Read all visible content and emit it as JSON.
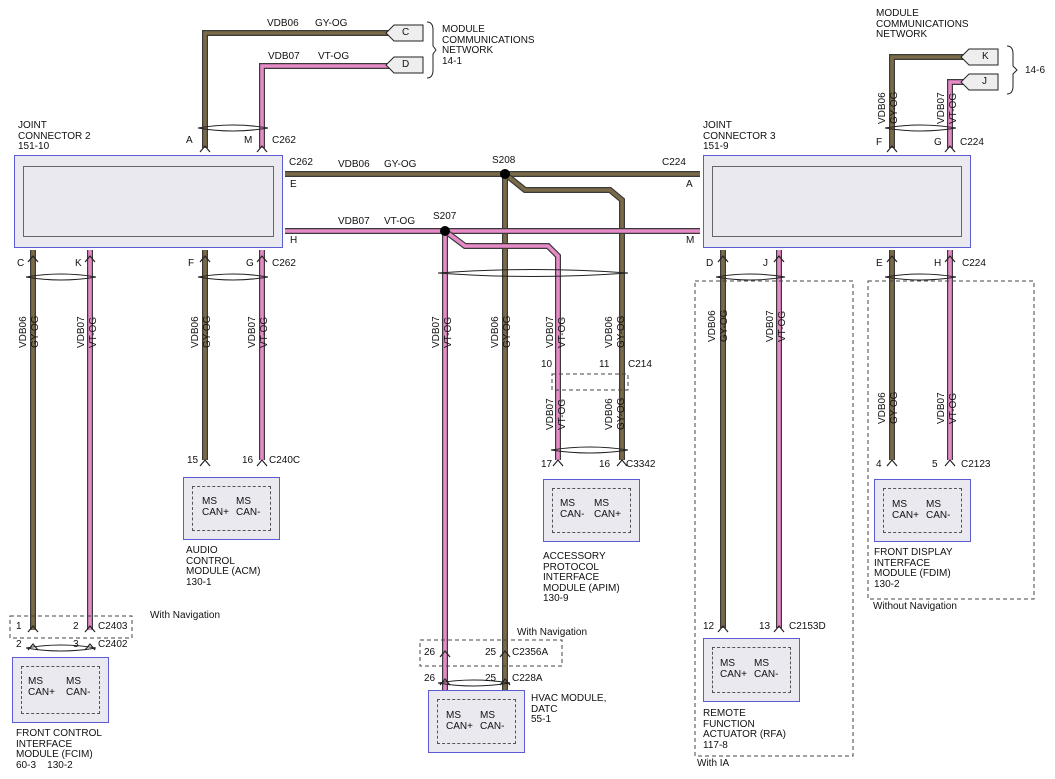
{
  "joint_connectors": {
    "jc2": {
      "title": "JOINT\nCONNECTOR 2\n151-10",
      "pins_top": [
        "A",
        "M"
      ],
      "conn_top": "C262",
      "pin_e": "E",
      "pin_h": "H",
      "conn_right": "C262",
      "pins_bottom": [
        "C",
        "K",
        "F",
        "G"
      ],
      "conn_bottom": "C262"
    },
    "jc3": {
      "title": "JOINT\nCONNECTOR 3\n151-9",
      "pins_top": [
        "F",
        "G"
      ],
      "conn_top": "C224",
      "pin_a": "A",
      "pin_m": "M",
      "conn_left": "C224",
      "pins_bottom": [
        "D",
        "J",
        "E",
        "H"
      ],
      "conn_bottom": "C224"
    }
  },
  "network_refs": {
    "left": {
      "label": "MODULE\nCOMMUNICATIONS\nNETWORK\n14-1",
      "flags": [
        "C",
        "D"
      ]
    },
    "right": {
      "label": "MODULE\nCOMMUNICATIONS\nNETWORK",
      "page": "14-6",
      "flags": [
        "K",
        "J"
      ]
    }
  },
  "wires": {
    "gy": "VDB06",
    "gy_color": "GY-OG",
    "vt": "VDB07",
    "vt_color": "VT-OG"
  },
  "splices": {
    "s208": "S208",
    "s207": "S207"
  },
  "modules": {
    "fcim": {
      "pins": [
        "1",
        "2",
        "2",
        "3"
      ],
      "conn_a": "C2403",
      "conn_b": "C2402",
      "note": "With Navigation",
      "t1": "MS\nCAN+",
      "t2": "MS\nCAN-",
      "name": "FRONT CONTROL\nINTERFACE\nMODULE (FCIM)\n60-3    130-2"
    },
    "acm": {
      "pins": [
        "15",
        "16"
      ],
      "conn": "C240C",
      "t1": "MS\nCAN+",
      "t2": "MS\nCAN-",
      "name": "AUDIO\nCONTROL\nMODULE (ACM)\n130-1"
    },
    "hvac": {
      "pins": [
        "26",
        "25",
        "26",
        "25"
      ],
      "conn_a": "C2356A",
      "conn_b": "C228A",
      "note": "With Navigation",
      "t1": "MS\nCAN+",
      "t2": "MS\nCAN-",
      "name": "HVAC MODULE,\nDATC\n55-1"
    },
    "apim": {
      "inline_pins": [
        "10",
        "11"
      ],
      "inline_conn": "C214",
      "pins": [
        "17",
        "16"
      ],
      "conn": "C3342",
      "t1": "MS\nCAN-",
      "t2": "MS\nCAN+",
      "name": "ACCESSORY\nPROTOCOL\nINTERFACE\nMODULE (APIM)\n130-9"
    },
    "rfa": {
      "pins": [
        "12",
        "13"
      ],
      "conn": "C2153D",
      "t1": "MS\nCAN+",
      "t2": "MS\nCAN-",
      "name": "REMOTE\nFUNCTION\nACTUATOR (RFA)\n117-8",
      "note": "With IA"
    },
    "fdim": {
      "pins": [
        "4",
        "5"
      ],
      "conn": "C2123",
      "t1": "MS\nCAN+",
      "t2": "MS\nCAN-",
      "name": "FRONT DISPLAY\nINTERFACE\nMODULE (FDIM)\n130-2",
      "note": "Without Navigation"
    }
  },
  "colors": {
    "gy_wire": "#7a6a48",
    "vt_wire": "#e68ac8",
    "module_border": "#5b5bd6",
    "module_fill": "#e9e9ef"
  }
}
